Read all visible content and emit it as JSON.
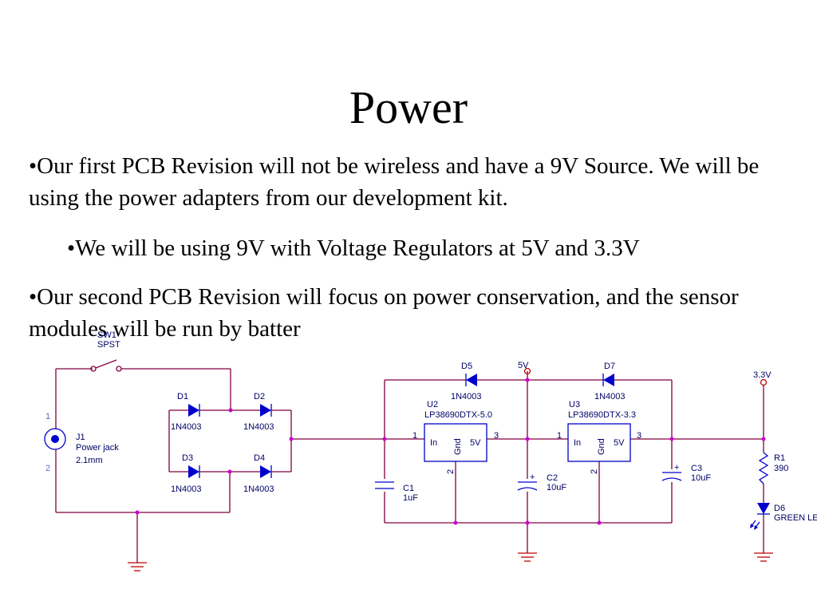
{
  "slide": {
    "title": "Power",
    "bullets": [
      "•Our first PCB Revision will not be wireless and have a 9V Source. We will be using the power adapters from our development kit.",
      "•We will be using 9V with Voltage Regulators at 5V and 3.3V",
      "•Our second PCB Revision will focus on power conservation, and the sensor modules will be run by batter"
    ]
  },
  "schematic": {
    "sw1": {
      "ref": "SW1",
      "type": "SPST"
    },
    "j1": {
      "ref": "J1",
      "desc": "Power jack",
      "size": "2.1mm",
      "pin1": "1",
      "pin2": "2"
    },
    "d1": {
      "ref": "D1",
      "part": "1N4003"
    },
    "d2": {
      "ref": "D2",
      "part": "1N4003"
    },
    "d3": {
      "ref": "D3",
      "part": "1N4003"
    },
    "d4": {
      "ref": "D4",
      "part": "1N4003"
    },
    "d5": {
      "ref": "D5",
      "part": "1N4003"
    },
    "d7": {
      "ref": "D7",
      "part": "1N4003"
    },
    "u2": {
      "ref": "U2",
      "part": "LP38690DTX-5.0",
      "in": "In",
      "gnd": "Gnd",
      "out": "5V",
      "pin1": "1",
      "pin2": "2",
      "pin3": "3"
    },
    "u3": {
      "ref": "U3",
      "part": "LP38690DTX-3.3",
      "in": "In",
      "gnd": "Gnd",
      "out": "5V",
      "pin1": "1",
      "pin2": "2",
      "pin3": "3"
    },
    "c1": {
      "ref": "C1",
      "value": "1uF"
    },
    "c2": {
      "ref": "C2",
      "value": "10uF"
    },
    "c3": {
      "ref": "C3",
      "value": "10uF"
    },
    "r1": {
      "ref": "R1",
      "value": "390"
    },
    "d6": {
      "ref": "D6",
      "part": "GREEN LED"
    },
    "net_5v": "5V",
    "net_3v3": "3.3V",
    "plus": "+"
  },
  "colors": {
    "wire": "#800040",
    "component": "#0000cc",
    "label": "#000066",
    "junction": "#cc00cc"
  }
}
